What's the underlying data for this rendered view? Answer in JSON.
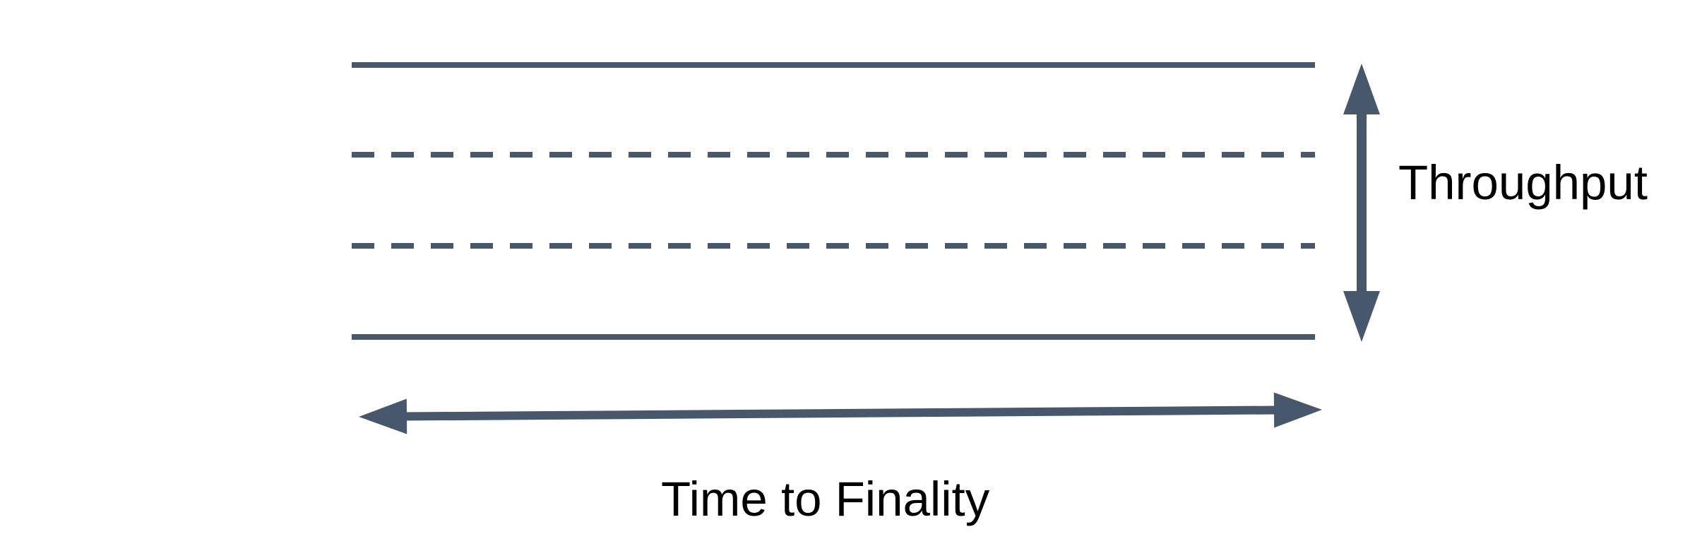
{
  "colors": {
    "stroke": "#47586D",
    "label": "#000000",
    "background": "#FFFFFF"
  },
  "labels": {
    "throughput": "Throughput",
    "time_to_finality": "Time to Finality"
  },
  "band": {
    "line_styles": [
      "solid",
      "dashed",
      "dashed",
      "solid"
    ],
    "description": "horizontal band of two solid boundary lines with two dashed inner lines"
  },
  "arrows": {
    "vertical": {
      "direction": "double-headed vertical",
      "measures": "band height"
    },
    "horizontal": {
      "direction": "double-headed horizontal",
      "measures": "band width"
    }
  }
}
